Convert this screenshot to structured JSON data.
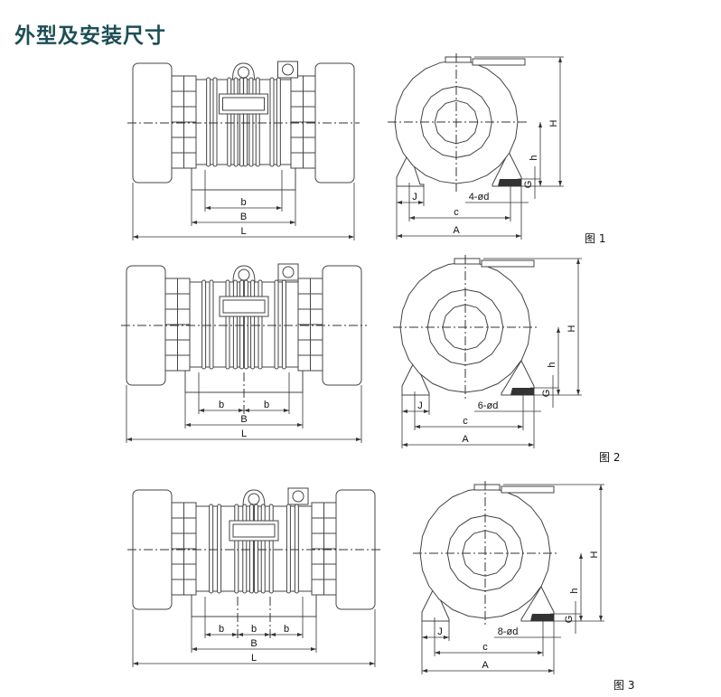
{
  "title": "外型及安装尺寸",
  "dimension_labels": {
    "b": "b",
    "B": "B",
    "L": "L",
    "H": "H",
    "h": "h",
    "G": "G",
    "J": "J",
    "c": "c",
    "A": "A"
  },
  "figures": [
    {
      "caption": "图 1",
      "bolt_label": "4-ød",
      "b_count": 1
    },
    {
      "caption": "图 2",
      "bolt_label": "6-ød",
      "b_count": 2
    },
    {
      "caption": "图 3",
      "bolt_label": "8-ød",
      "b_count": 3
    }
  ]
}
